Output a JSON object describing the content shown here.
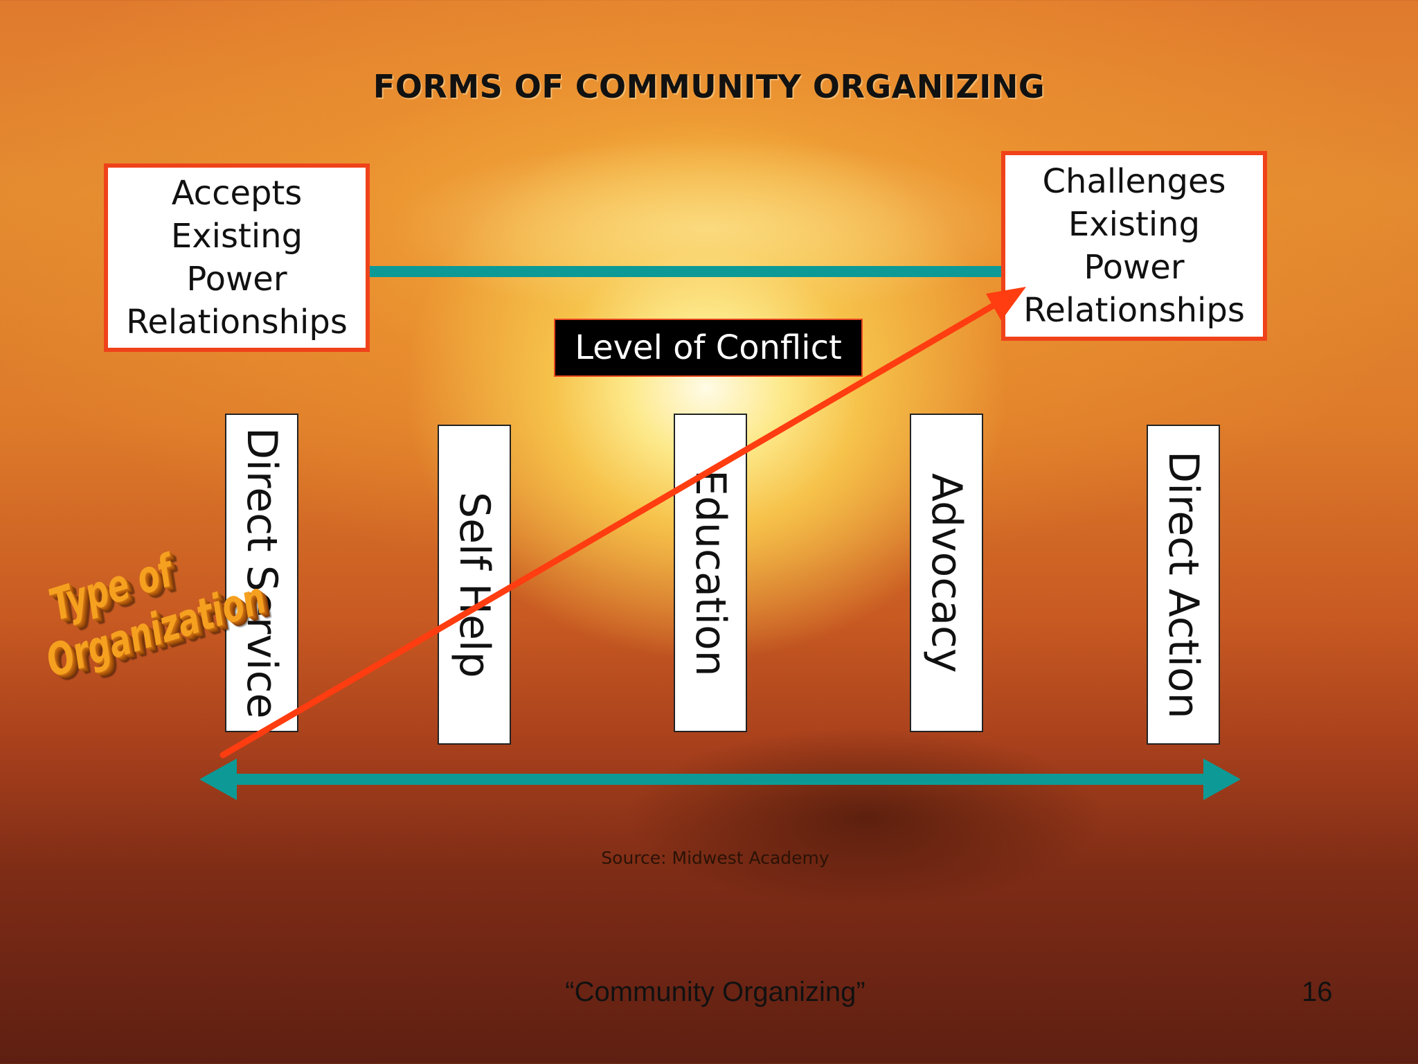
{
  "title": "FORMS OF COMMUNITY ORGANIZING",
  "power_scale": {
    "left_label": "Accepts\nExisting\nPower\nRelationships",
    "right_label": "Challenges\nExisting\nPower\nRelationships"
  },
  "conflict_label": "Level of Conflict",
  "type_label": "Type of\nOrganization",
  "organization_types": [
    "Direct Service",
    "Self Help",
    "Education",
    "Advocacy",
    "Direct Action"
  ],
  "source": "Source: Midwest Academy",
  "footer": "“Community Organizing”",
  "page_number": "16",
  "colors": {
    "box_border": "#f0421a",
    "arrow_teal": "#0d9a96",
    "trend_arrow": "#ff3d10"
  }
}
